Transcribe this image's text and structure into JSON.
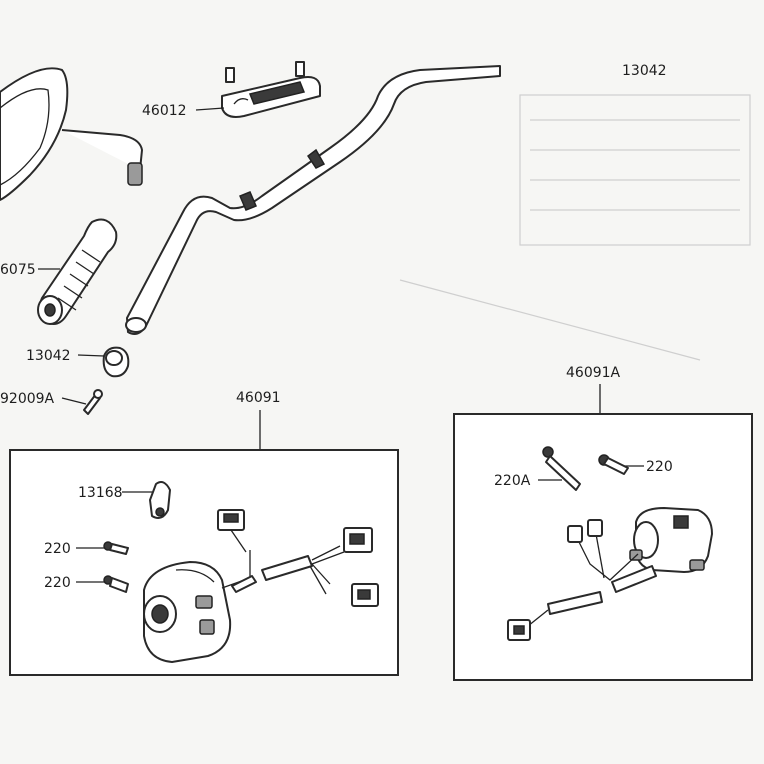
{
  "labels": {
    "top_right": "13042",
    "clamp": "46012",
    "grip": "6075",
    "weight": "13042",
    "screw_left": "92009A",
    "switch_left": "46091",
    "switch_right": "46091A",
    "left_clip": "13168",
    "left_screw_1": "220",
    "left_screw_2": "220",
    "right_screw_a": "220A",
    "right_screw_b": "220"
  }
}
